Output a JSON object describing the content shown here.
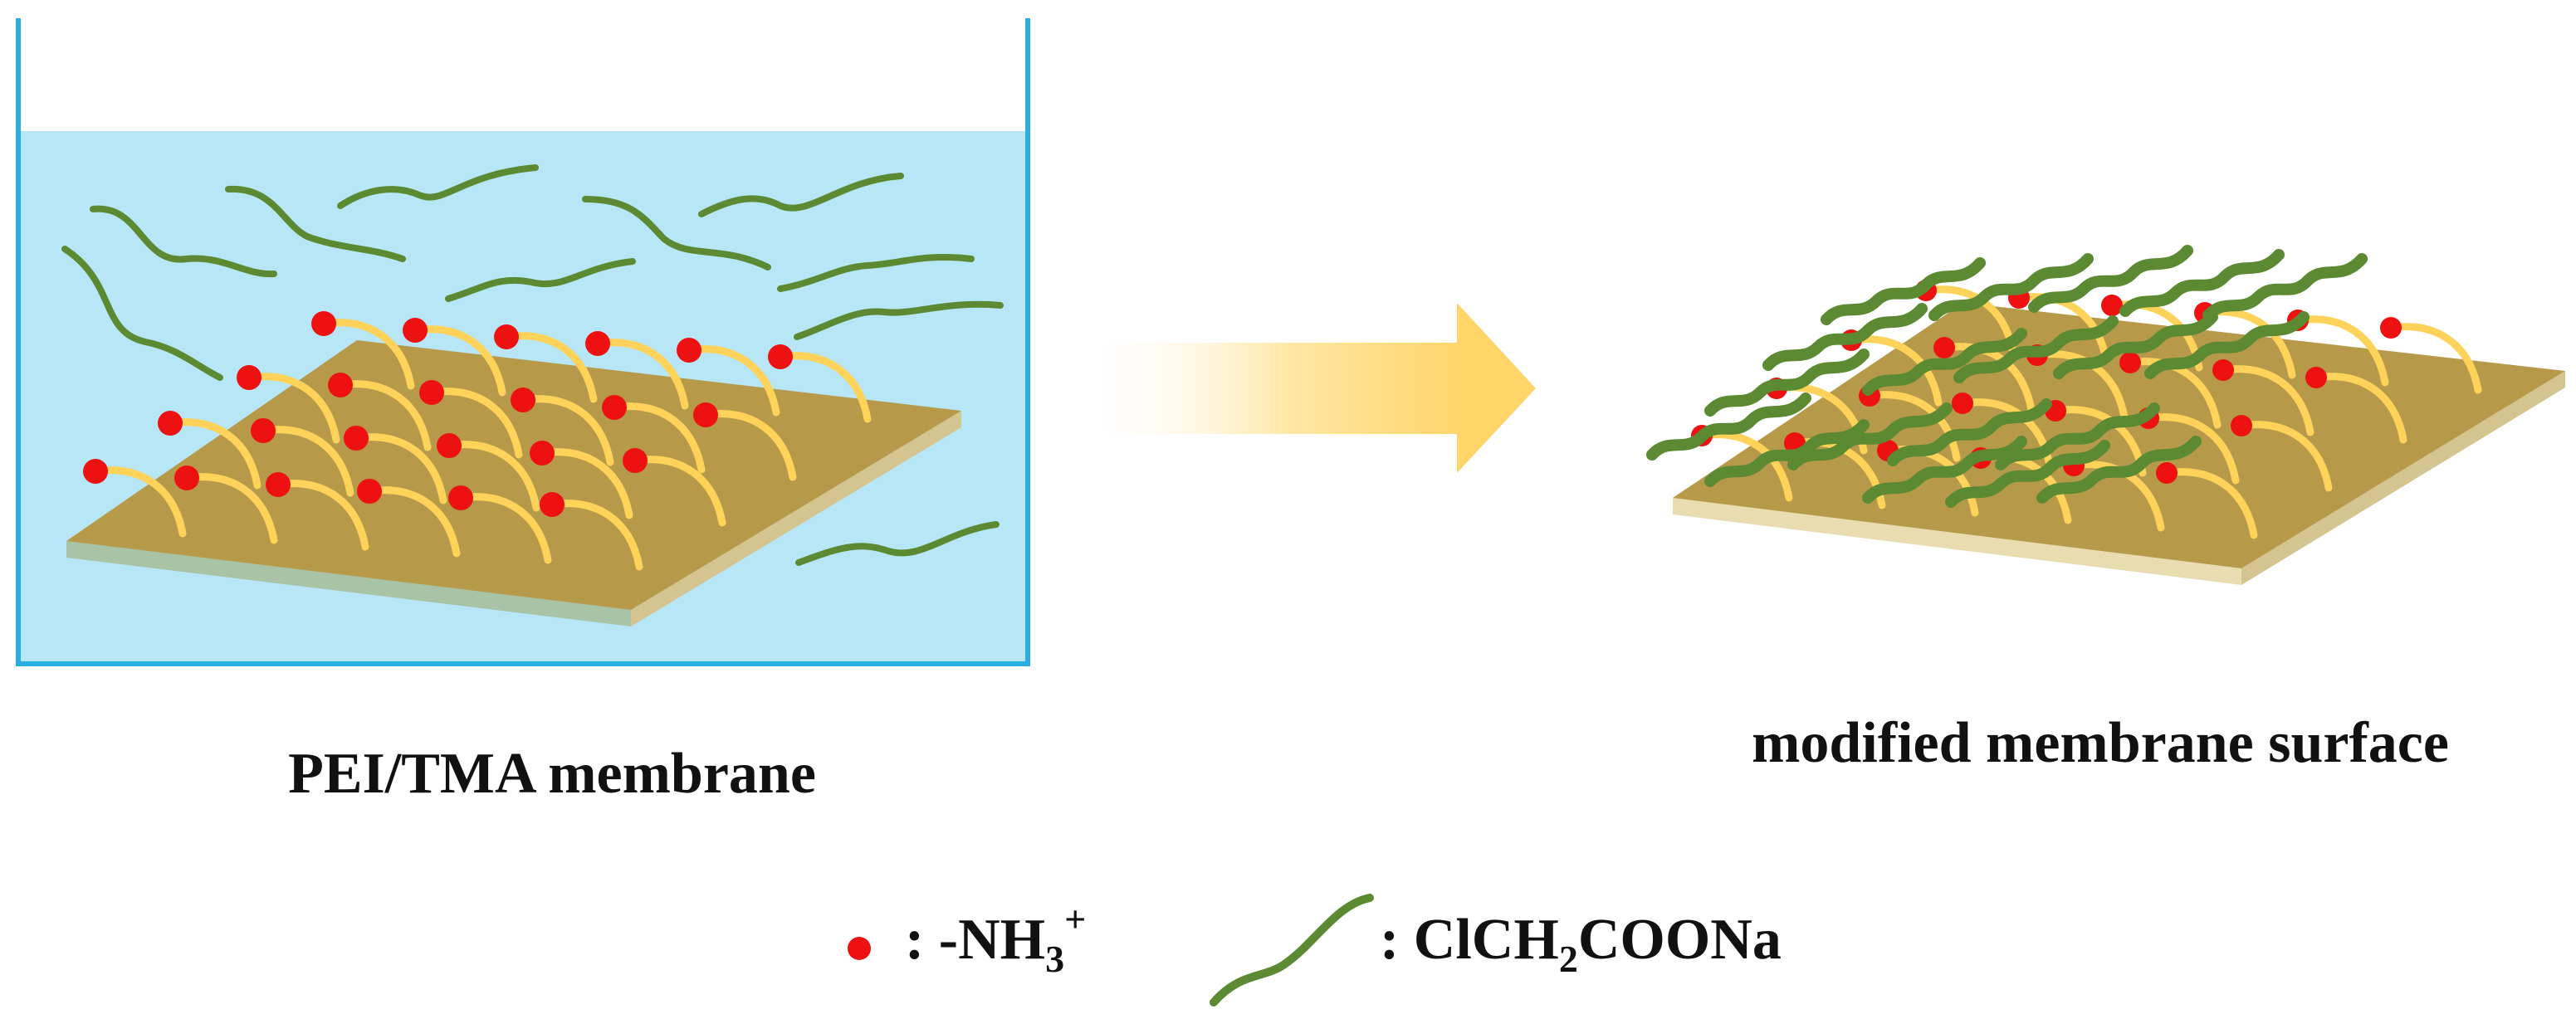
{
  "left_label": "PEI/TMA membrane",
  "right_label": "modified membrane surface",
  "legend": {
    "amine_symbol": {
      "prefix": ": -NH",
      "subscript": "3",
      "superscript": "+"
    },
    "reagent_symbol": {
      "prefix": ": ClCH",
      "subscript": "2",
      "suffix": "COONa"
    }
  },
  "colors": {
    "water": "#b7e7f7",
    "container": "#29aee3",
    "membrane_top": "#b69a49",
    "membrane_side": "#d4c48f",
    "membrane_edge": "#a9c3a7",
    "chain": "#ffd25a",
    "amine": "#ee1111",
    "reagent": "#5b8a32",
    "arrow": "#ffd66b"
  }
}
